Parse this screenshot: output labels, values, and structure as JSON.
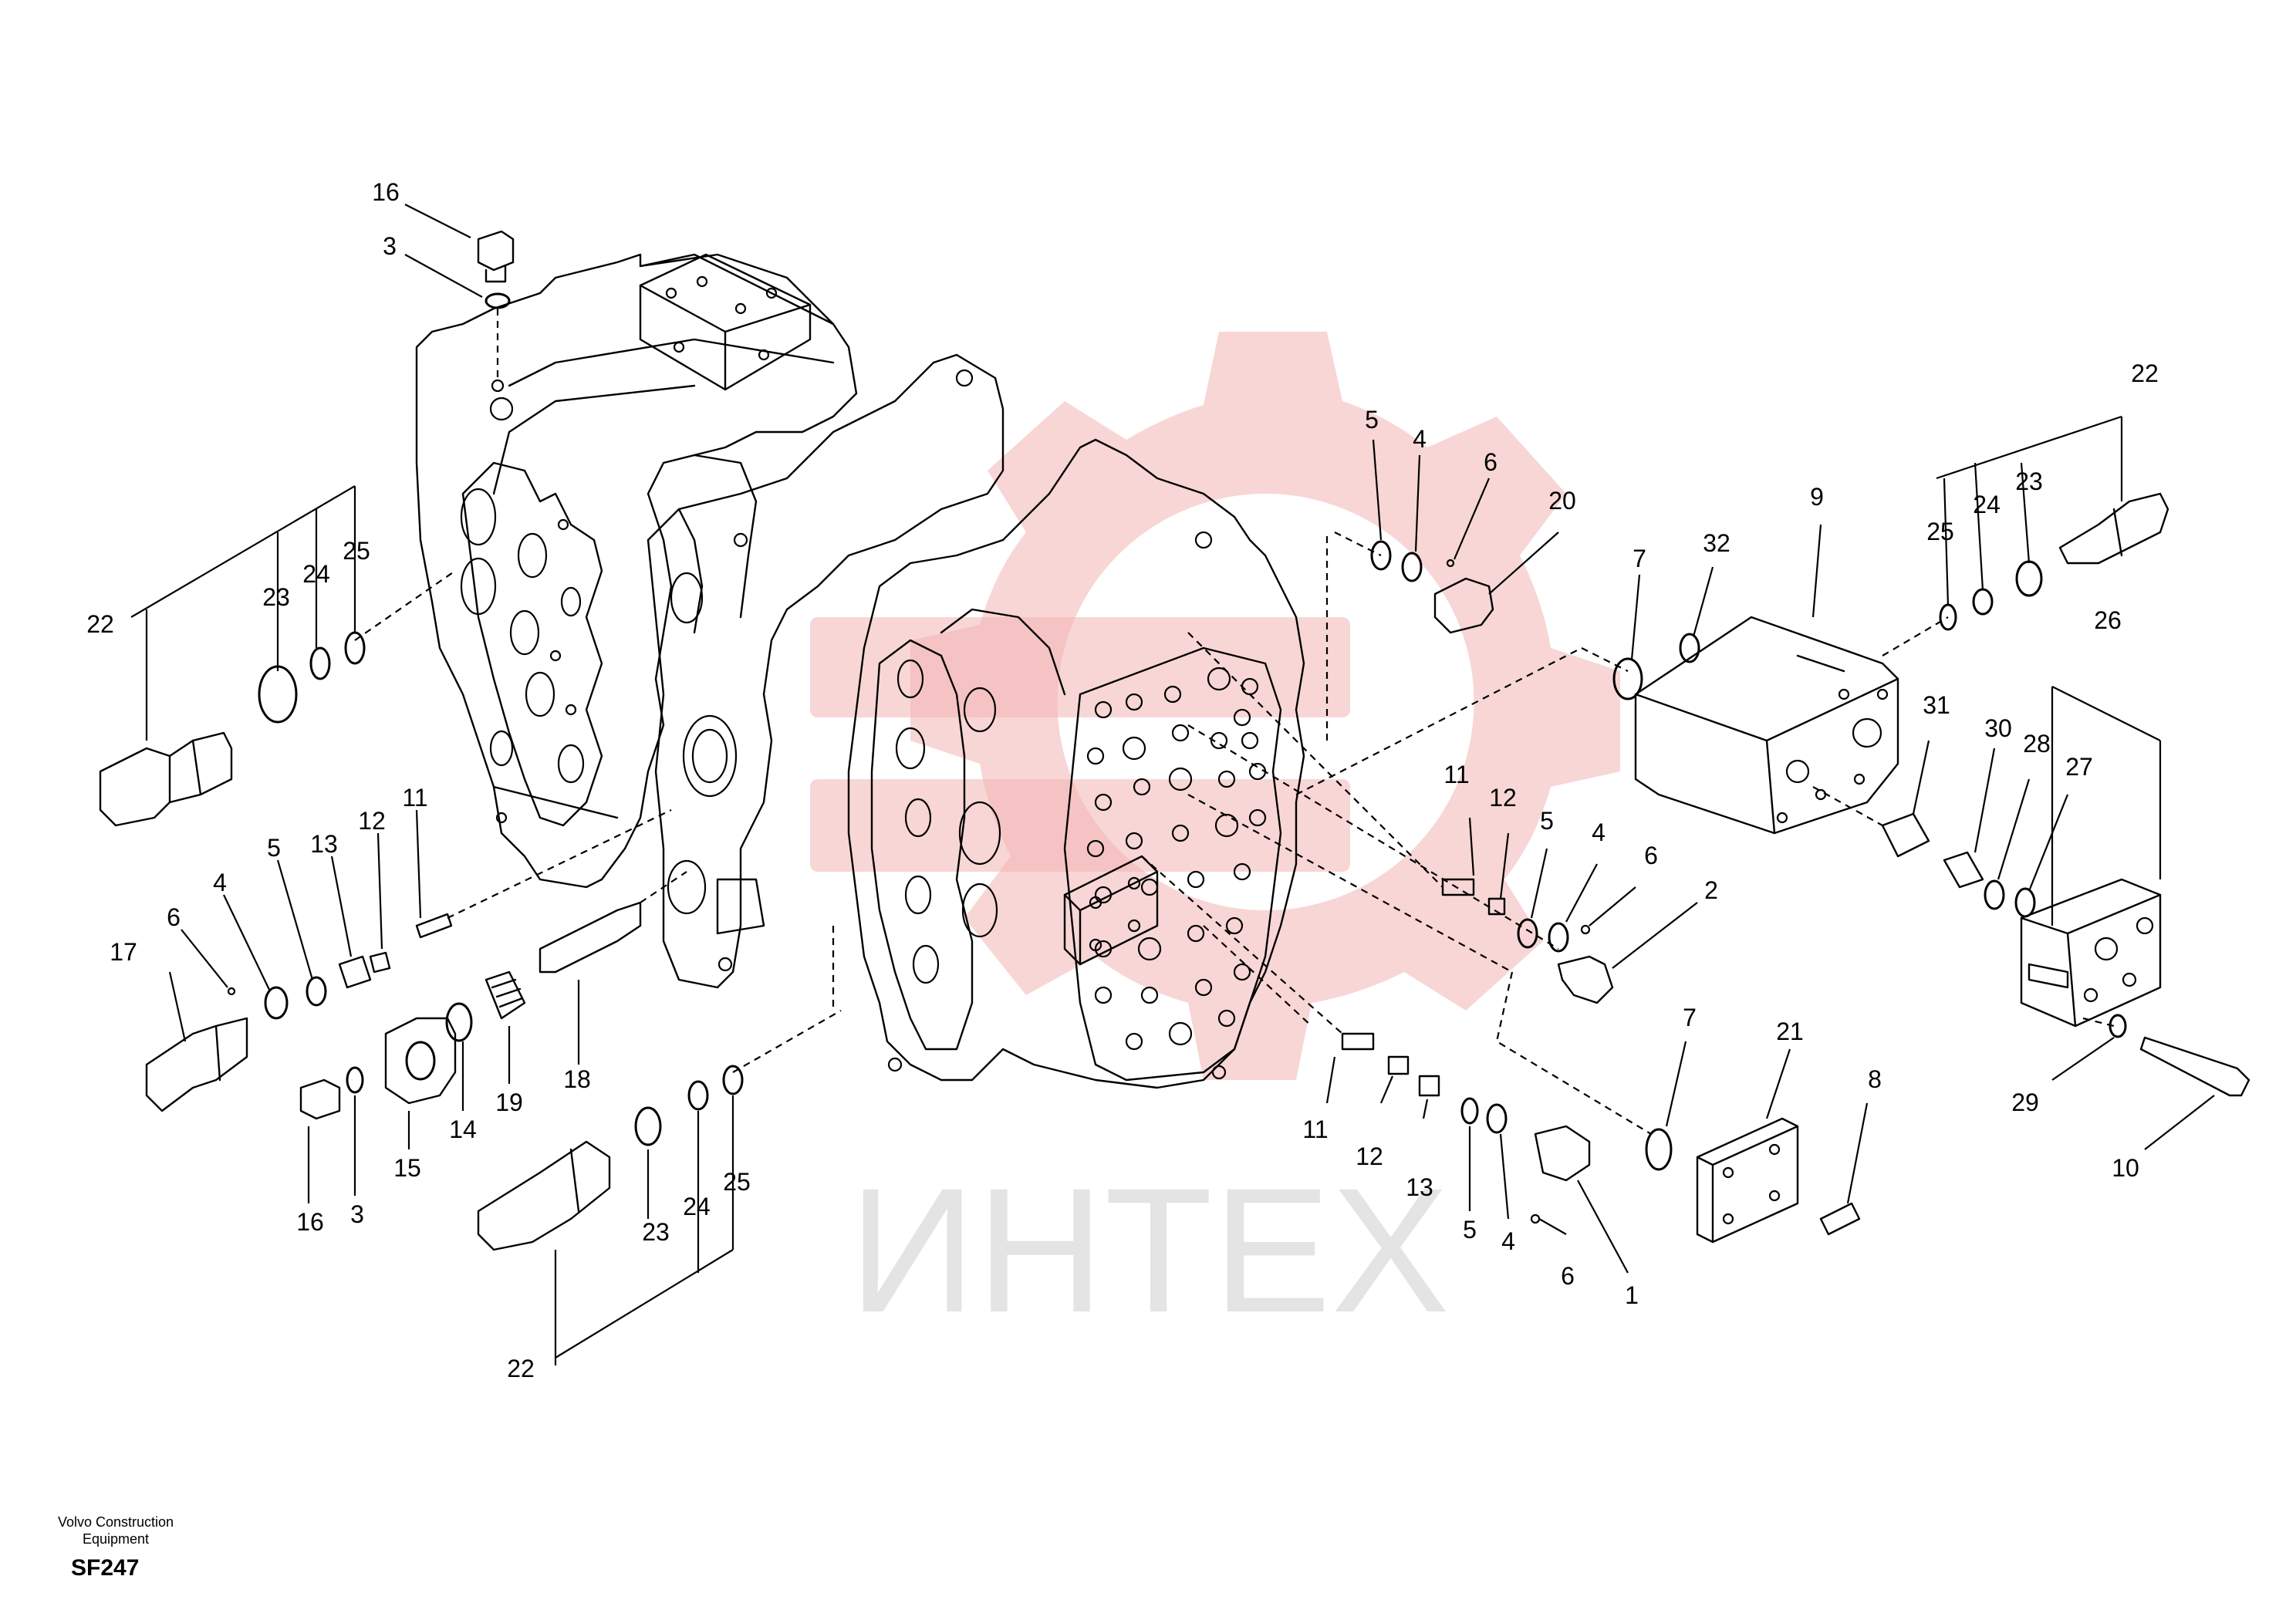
{
  "watermark": {
    "text": "ИНТЕХ",
    "gear_color": "#f2b5b5"
  },
  "footer": {
    "company_line1": "Volvo Construction",
    "company_line2": "Equipment",
    "code": "SF247"
  },
  "callouts": {
    "c16a": "16",
    "c3a": "3",
    "c22a": "22",
    "c23a": "23",
    "c24a": "24",
    "c25a": "25",
    "c17": "17",
    "c6a": "6",
    "c4a": "4",
    "c5a": "5",
    "c13a": "13",
    "c12a": "12",
    "c11a": "11",
    "c16b": "16",
    "c3b": "3",
    "c15": "15",
    "c14": "14",
    "c19": "19",
    "c18": "18",
    "c23b": "23",
    "c24b": "24",
    "c25b": "25",
    "c22b": "22",
    "c5b": "5",
    "c4b": "4",
    "c6b": "6",
    "c20": "20",
    "c7a": "7",
    "c32": "32",
    "c9": "9",
    "c22c": "22",
    "c25c": "25",
    "c24c": "24",
    "c23c": "23",
    "c11b": "11",
    "c12b": "12",
    "c5c": "5",
    "c4c": "4",
    "c6c": "6",
    "c2": "2",
    "c31": "31",
    "c30": "30",
    "c28": "28",
    "c27": "27",
    "c26": "26",
    "c11c": "11",
    "c12c": "12",
    "c13b": "13",
    "c5d": "5",
    "c4d": "4",
    "c6d": "6",
    "c1": "1",
    "c7b": "7",
    "c21": "21",
    "c8": "8",
    "c29": "29",
    "c10": "10"
  }
}
